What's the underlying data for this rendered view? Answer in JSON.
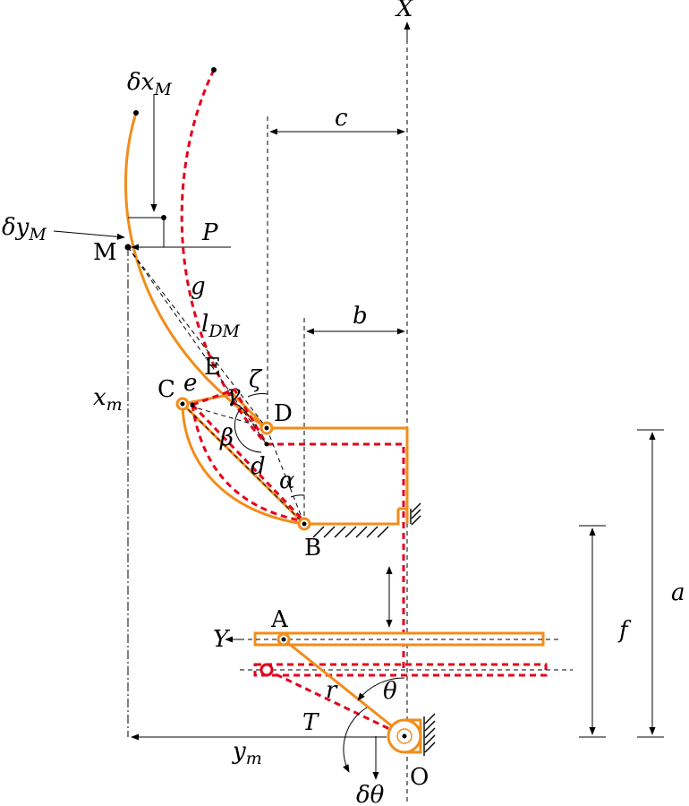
{
  "labels": {
    "axis_x": "X",
    "axis_y": "Y",
    "delta_x_main": "δx",
    "delta_x_sub": "M",
    "delta_y_main": "δy",
    "delta_y_sub": "M",
    "point_m": "M",
    "force_p": "P",
    "dim_c": "c",
    "dim_b": "b",
    "g": "g",
    "l_dm_main": "l",
    "l_dm_sub": "DM",
    "x_m_main": "x",
    "x_m_sub": "m",
    "point_e": "E",
    "point_c": "C",
    "e": "e",
    "gamma": "γ",
    "zeta": "ζ",
    "point_d": "D",
    "beta": "β",
    "d": "d",
    "alpha": "α",
    "point_b": "B",
    "point_a": "A",
    "r": "r",
    "theta": "θ",
    "torque_t": "T",
    "y_m_main": "y",
    "y_m_sub": "m",
    "delta_theta": "δθ",
    "point_o": "O",
    "dim_f": "f",
    "dim_a": "a"
  },
  "colors": {
    "orange": "#f28c1a",
    "red": "#e3001b",
    "black": "#000000"
  }
}
